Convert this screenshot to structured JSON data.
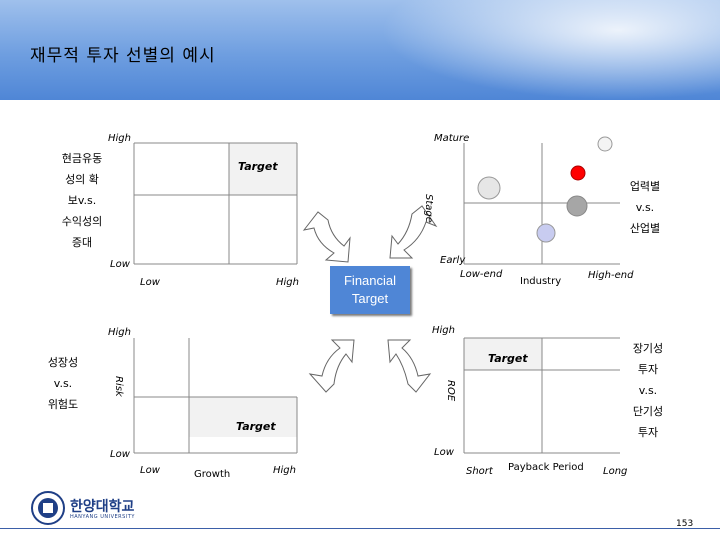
{
  "title": "재무적 투자 선별의 예시",
  "center": {
    "label": "Financial\nTarget"
  },
  "quadrant_top_left": {
    "y_high": "High",
    "y_low": "Low",
    "x_low": "Low",
    "x_high": "High",
    "target": "Target",
    "side_label": [
      "현금유동",
      "성의 확",
      "보v.s.",
      "수익성의",
      "증대"
    ]
  },
  "quadrant_top_right": {
    "y_top": "Mature",
    "y_bottom": "Early",
    "y_axis": "Stage",
    "x_low": "Low-end",
    "x_mid": "Industry",
    "x_high": "High-end",
    "side_label": [
      "업력별",
      "v.s.",
      "산업별"
    ]
  },
  "quadrant_bottom_left": {
    "y_high": "High",
    "y_low": "Low",
    "y_axis": "Risk",
    "x_low": "Low",
    "x_mid": "Growth",
    "x_high": "High",
    "target": "Target",
    "side_label": [
      "성장성",
      "v.s.",
      "위험도"
    ]
  },
  "quadrant_bottom_right": {
    "y_high": "High",
    "y_low": "Low",
    "y_axis": "ROE",
    "x_low": "Short",
    "x_mid": "Payback Period",
    "x_high": "Long",
    "target": "Target",
    "side_label": [
      "장기성",
      "투자",
      "v.s.",
      "단기성",
      "투자"
    ]
  },
  "colors": {
    "header": "#6e9ee0",
    "center_box": "#4f86d6",
    "target_shade": "#f2f2f2",
    "dot_red": "#ff0000",
    "dot_gray": "#a6a6a6",
    "dot_light": "#e6e6e6",
    "dot_blue": "#c8ccf0"
  },
  "logo": {
    "name": "한양대학교",
    "sub": "HANYANG UNIVERSITY"
  },
  "page_number": "153"
}
